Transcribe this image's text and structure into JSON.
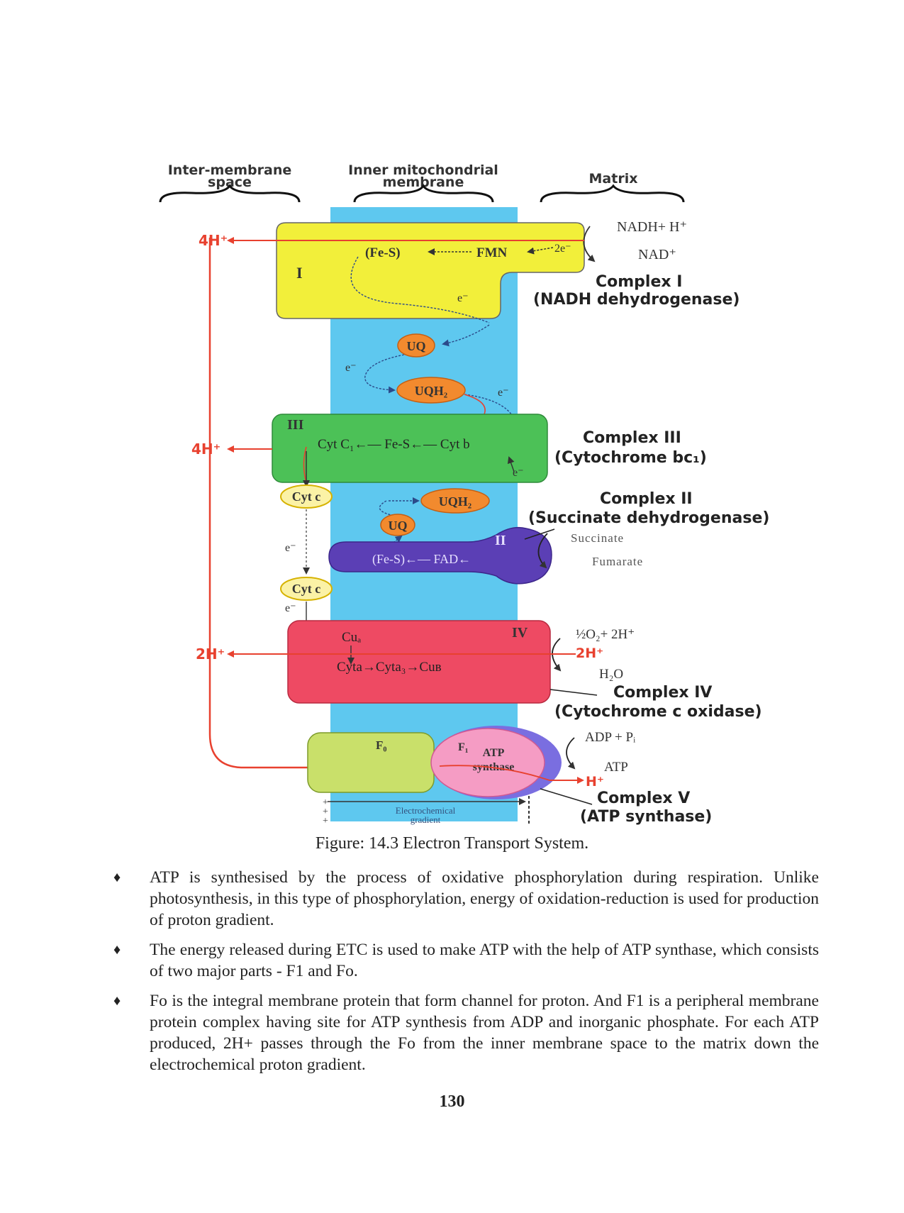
{
  "diagram": {
    "regions": {
      "intermembrane": [
        "Inter-membrane",
        "space"
      ],
      "membrane": [
        "Inner mitochondrial",
        "membrane"
      ],
      "matrix": "Matrix"
    },
    "complex1": {
      "roman": "I",
      "fes": "(Fe-S)",
      "fmn": "FMN",
      "two_e": "2e⁻",
      "e": "e⁻",
      "nadh": "NADH+ H⁺",
      "nad": "NAD⁺",
      "name": "Complex I",
      "full": "(NADH dehydrogenase)",
      "proton": "4H⁺"
    },
    "carriers": {
      "uq1": "UQ",
      "uqh2_1": "UQH₂",
      "e_left": "e⁻",
      "e_right": "e⁻",
      "e_lower": "e⁻",
      "uqh2_2": "UQH₂",
      "uq2": "UQ",
      "cytc1": "Cyt c",
      "cytc2": "Cyt c",
      "e_cyt1": "e⁻",
      "e_cyt2": "e⁻"
    },
    "complex3": {
      "roman": "III",
      "chain": "Cyt C₁←— Fe-S←— Cyt b",
      "name": "Complex III",
      "full": "(Cytochrome bc₁)",
      "proton": "4H⁺"
    },
    "complex2": {
      "roman": "II",
      "chain": "(Fe-S)←— FAD←",
      "succinate": "Succinate",
      "fumarate": "Fumarate",
      "name": "Complex II",
      "full": "(Succinate dehydrogenase)"
    },
    "complex4": {
      "roman": "IV",
      "cua": "Cuₐ",
      "chain": "Cyta→Cyta₃→Cuʙ",
      "oxygen": "½O₂+ 2H⁺",
      "twoh": "2H⁺",
      "water": "H₂O",
      "name": "Complex IV",
      "full": "(Cytochrome c oxidase)",
      "proton": "2H⁺"
    },
    "complex5": {
      "fo": "F₀",
      "f1": "F₁",
      "atp_synthase": [
        "ATP",
        "synthase"
      ],
      "adp": "ADP + Pᵢ",
      "atp": "ATP",
      "h": "H⁺",
      "name": "Complex V",
      "full": "(ATP synthase)"
    },
    "gradient": [
      "Electrochemical",
      "gradient"
    ],
    "colors": {
      "membrane": "#5ec8ef",
      "complex1": "#f2ef3a",
      "complex3": "#4cc157",
      "complex2": "#5b3fb5",
      "complex4": "#ee4a63",
      "fo": "#c9e06a",
      "f1": "#f59cc4",
      "carrier": "#f28a2e",
      "cytc": "#fbf2a6",
      "proton": "#e8412f"
    }
  },
  "caption": "Figure: 14.3 Electron Transport System.",
  "bullets": [
    "ATP is synthesised by the process of oxidative phosphorylation during respiration. Unlike photosynthesis, in this type of phosphorylation, energy of oxidation-reduction is used for production of proton gradient.",
    "The energy released during ETC is used to make ATP with the help of ATP synthase, which consists of two major parts - F1 and Fo.",
    "Fo is the integral membrane protein that form channel for proton. And F1 is a peripheral membrane protein complex having site for ATP synthesis from ADP and inorganic phosphate. For each ATP produced, 2H+ passes through the Fo from the inner membrane space to the matrix down the electrochemical proton gradient."
  ],
  "page_number": "130"
}
